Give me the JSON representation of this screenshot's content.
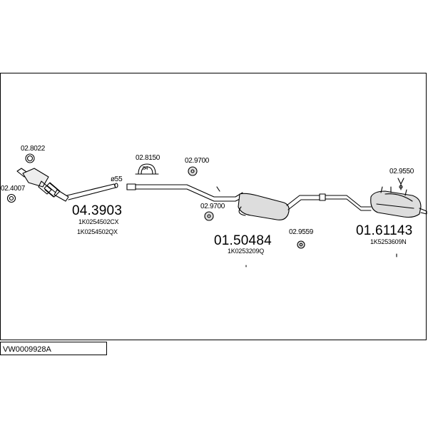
{
  "diagram": {
    "catalog_id": "VW0009928A",
    "pipe_diameter": "ø55",
    "parts": {
      "p_02_8022": "02.8022",
      "p_02_4007": "02.4007",
      "p_02_8150": "02.8150",
      "p_02_9700_top": "02.9700",
      "p_02_9700_mid": "02.9700",
      "p_02_9559": "02.9559",
      "p_02_9550": "02.9550",
      "clamp_value": "54"
    },
    "assemblies": {
      "front": {
        "number": "04.3903",
        "oem": [
          "1K0254502CX",
          "1K0254502QX"
        ]
      },
      "middle": {
        "number": "01.50484",
        "oem": [
          "1K0253209Q"
        ]
      },
      "rear": {
        "number": "01.61143",
        "oem": [
          "1K5253609N"
        ]
      }
    }
  }
}
